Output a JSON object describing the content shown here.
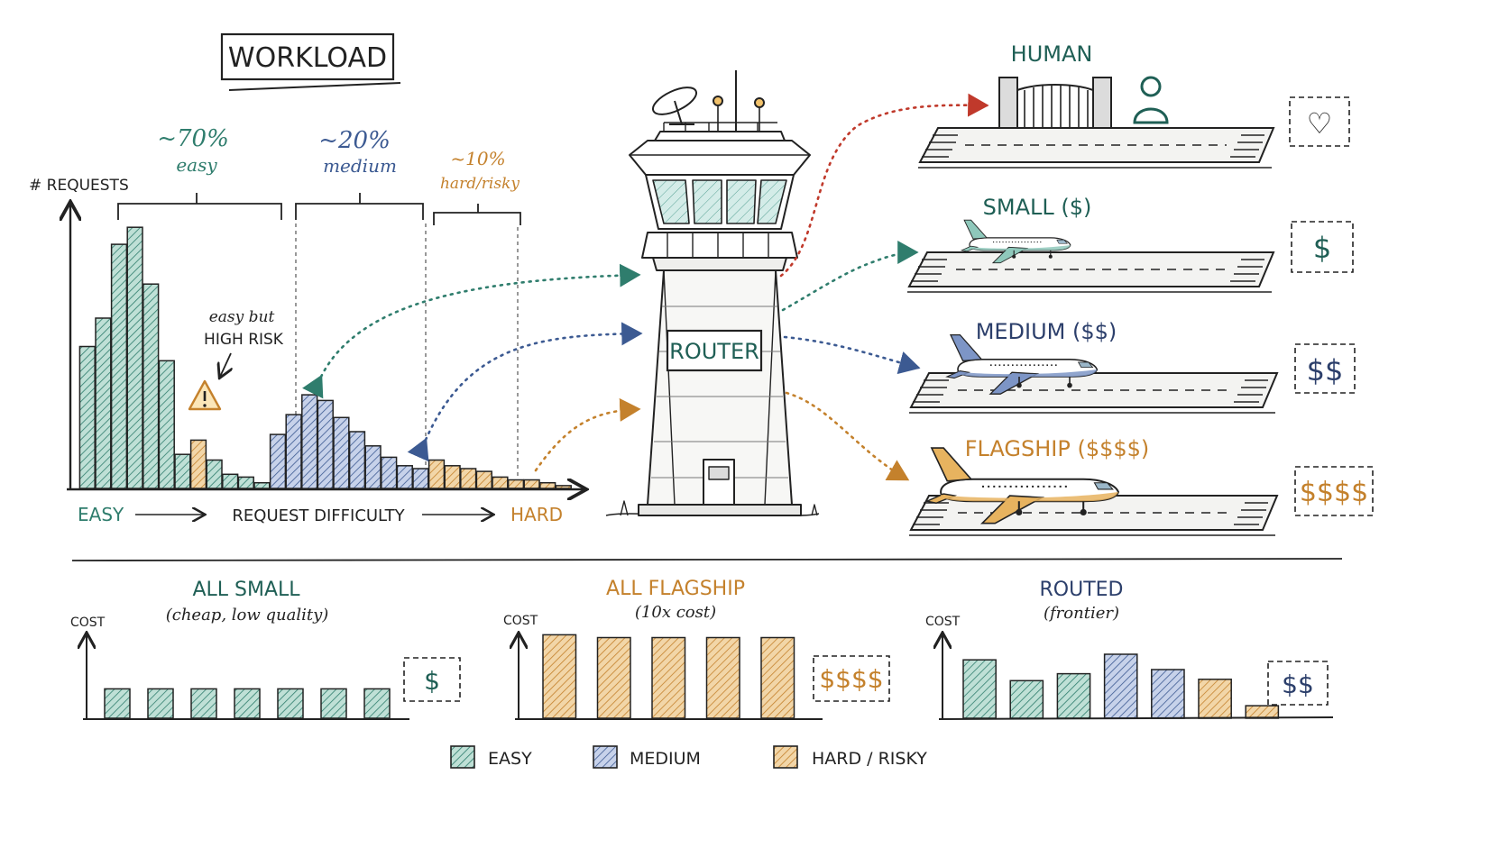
{
  "colors": {
    "easy": "#2f7d6d",
    "medium": "#3c5a92",
    "hard": "#c4812c",
    "human": "#c0392b",
    "ink": "#222222",
    "easy_fill": "#bfe0d6",
    "medium_fill": "#c7d2ea",
    "hard_fill": "#f2d6a8"
  },
  "workload": {
    "title": "WORKLOAD",
    "y_axis_label": "# REQUESTS",
    "x_axis_easy": "EASY",
    "x_axis_label": "REQUEST DIFFICULTY",
    "x_axis_hard": "HARD",
    "groups": [
      {
        "pct": "~70%",
        "name": "easy"
      },
      {
        "pct": "~20%",
        "name": "medium"
      },
      {
        "pct": "~10%",
        "name": "hard/risky"
      }
    ],
    "annotation_line1": "easy but",
    "annotation_line2": "HIGH RISK",
    "warning_icon": "warning-triangle-icon"
  },
  "router": {
    "label": "ROUTER",
    "icon": "control-tower-icon"
  },
  "destinations": [
    {
      "id": "human",
      "label": "HUMAN",
      "badge": "♡",
      "icon": "gate-person-icon"
    },
    {
      "id": "small",
      "label": "SMALL ($)",
      "badge": "$",
      "icon": "airplane-icon"
    },
    {
      "id": "medium",
      "label": "MEDIUM ($$)",
      "badge": "$$",
      "icon": "airplane-icon"
    },
    {
      "id": "flagship",
      "label": "FLAGSHIP ($$$$)",
      "badge": "$$$$",
      "icon": "airplane-icon"
    }
  ],
  "comparisons": [
    {
      "id": "all-small",
      "title": "ALL SMALL",
      "subtitle": "(cheap, low quality)",
      "y_label": "COST",
      "badge": "$"
    },
    {
      "id": "all-flagship",
      "title": "ALL FLAGSHIP",
      "subtitle": "(10x cost)",
      "y_label": "COST",
      "badge": "$$$$"
    },
    {
      "id": "routed",
      "title": "ROUTED",
      "subtitle": "(frontier)",
      "y_label": "COST",
      "badge": "$$"
    }
  ],
  "legend": [
    {
      "key": "easy",
      "label": "EASY"
    },
    {
      "key": "medium",
      "label": "MEDIUM"
    },
    {
      "key": "hard",
      "label": "HARD / RISKY"
    }
  ],
  "chart_data": [
    {
      "type": "bar",
      "categories": [
        "easy",
        "easy",
        "easy",
        "easy",
        "easy",
        "easy",
        "easy",
        "hard",
        "easy",
        "easy",
        "easy",
        "easy",
        "medium",
        "medium",
        "medium",
        "medium",
        "medium",
        "medium",
        "medium",
        "medium",
        "medium",
        "medium",
        "hard",
        "hard",
        "hard",
        "hard",
        "hard",
        "hard",
        "hard",
        "hard",
        "hard"
      ],
      "values": [
        50,
        60,
        86,
        92,
        72,
        45,
        12,
        17,
        10,
        5,
        4,
        2,
        19,
        26,
        33,
        31,
        25,
        20,
        15,
        11,
        8,
        7,
        10,
        8,
        7,
        6,
        4,
        3,
        3,
        2,
        1
      ],
      "ylabel": "# REQUESTS",
      "xlabel": "REQUEST DIFFICULTY",
      "ylim": [
        0,
        100
      ]
    },
    {
      "type": "bar",
      "categories": [
        "easy",
        "easy",
        "easy",
        "easy",
        "easy",
        "easy",
        "easy"
      ],
      "values": [
        1,
        1,
        1,
        1,
        1,
        1,
        1
      ],
      "title": "ALL SMALL",
      "ylabel": "COST",
      "ylim": [
        0,
        3.5
      ]
    },
    {
      "type": "bar",
      "categories": [
        "hard",
        "hard",
        "hard",
        "hard",
        "hard"
      ],
      "values": [
        3,
        2.9,
        2.9,
        2.9,
        2.9
      ],
      "title": "ALL FLAGSHIP",
      "ylabel": "COST",
      "ylim": [
        0,
        3.5
      ]
    },
    {
      "type": "bar",
      "categories": [
        "easy",
        "easy",
        "easy",
        "medium",
        "medium",
        "hard",
        "hard"
      ],
      "values": [
        2.1,
        1.35,
        1.6,
        2.3,
        1.75,
        1.4,
        0.45
      ],
      "title": "ROUTED",
      "ylabel": "COST",
      "ylim": [
        0,
        3.5
      ]
    }
  ]
}
